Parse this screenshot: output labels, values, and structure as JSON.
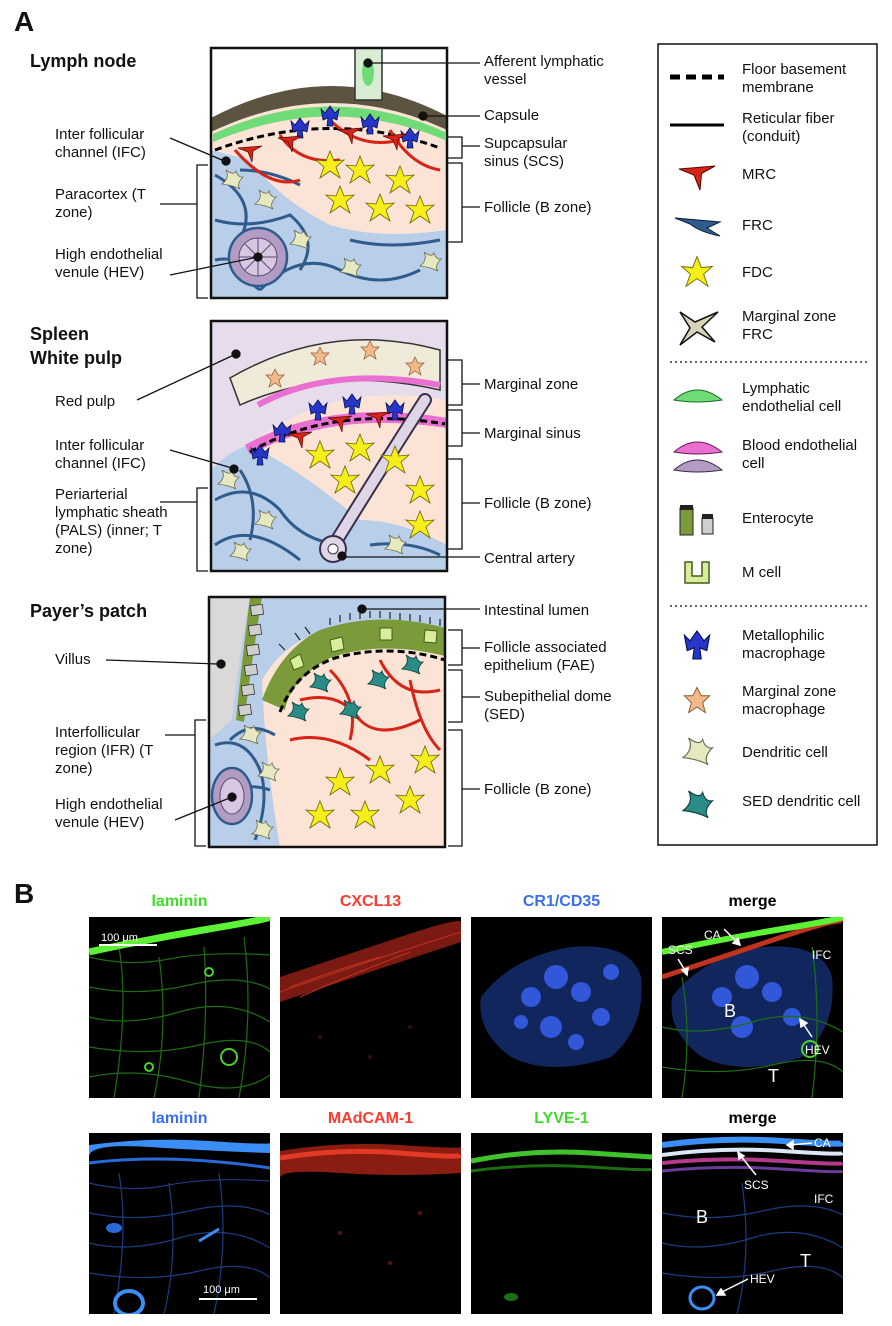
{
  "panel_a": {
    "letter": "A",
    "lymph_node": {
      "title": "Lymph node",
      "left_labels": [
        "Inter follicular channel (IFC)",
        "Paracortex (T zone)",
        "High endothelial venule (HEV)"
      ],
      "right_labels": [
        "Afferent lymphatic vessel",
        "Capsule",
        "Supcapsular sinus (SCS)",
        "Follicle (B zone)"
      ]
    },
    "spleen": {
      "title_line1": "Spleen",
      "title_line2": "White pulp",
      "left_labels": [
        "Red pulp",
        "Inter follicular channel (IFC)",
        "Periarterial lymphatic sheath (PALS) (inner; T zone)"
      ],
      "right_labels": [
        "Marginal zone",
        "Marginal sinus",
        "Follicle (B zone)",
        "Central artery"
      ]
    },
    "peyers_patch": {
      "title": "Payer’s patch",
      "left_labels": [
        "Villus",
        "Interfollicular region (IFR) (T zone)",
        "High endothelial venule (HEV)"
      ],
      "right_labels": [
        "Intestinal lumen",
        "Follicle associated epithelium (FAE)",
        "Subepithelial dome (SED)",
        "Follicle (B zone)"
      ]
    },
    "legend": [
      {
        "label": "Floor basement membrane",
        "icon": "dashed-line-icon"
      },
      {
        "label": "Reticular fiber (conduit)",
        "icon": "solid-line-icon"
      },
      {
        "label": "MRC",
        "icon": "mrc-cell-icon"
      },
      {
        "label": "FRC",
        "icon": "frc-cell-icon"
      },
      {
        "label": "FDC",
        "icon": "fdc-star-icon"
      },
      {
        "label": "Marginal zone FRC",
        "icon": "mz-frc-icon"
      },
      {
        "label": "Lymphatic endothelial cell",
        "icon": "lymphatic-endothelial-icon"
      },
      {
        "label": "Blood endothelial cell",
        "icon": "blood-endothelial-icon"
      },
      {
        "label": "Enterocyte",
        "icon": "enterocyte-icon"
      },
      {
        "label": "M cell",
        "icon": "m-cell-icon"
      },
      {
        "label": "Metallophilic macrophage",
        "icon": "metallophilic-macrophage-icon"
      },
      {
        "label": "Marginal zone macrophage",
        "icon": "mz-macrophage-icon"
      },
      {
        "label": "Dendritic cell",
        "icon": "dendritic-cell-icon"
      },
      {
        "label": "SED dendritic cell",
        "icon": "sed-dendritic-cell-icon"
      }
    ],
    "colors": {
      "mrc": "#d62418",
      "frc": "#2f5c8c",
      "fdc": "#f5ee1a",
      "lymphatic": "#6fdc78",
      "blood": "#e96fd0",
      "enterocyte": "#7b9a3a",
      "m_cell": "#d7ef9c",
      "macrophage": "#2536c8",
      "mz_macrophage": "#f2b98a",
      "sed_dc": "#2a8c87"
    }
  },
  "panel_b": {
    "letter": "B",
    "row1": {
      "titles": [
        "laminin",
        "CXCL13",
        "CR1/CD35",
        "merge"
      ],
      "title_colors": [
        "#3fdc2a",
        "#ff3a2e",
        "#3a6ef0",
        "#000000"
      ],
      "scale_bar": "100 μm",
      "merge_labels": [
        "CA",
        "SCS",
        "IFC",
        "B",
        "HEV",
        "T"
      ]
    },
    "row2": {
      "titles": [
        "laminin",
        "MAdCAM-1",
        "LYVE-1",
        "merge"
      ],
      "title_colors": [
        "#3a6ef0",
        "#ff3a2e",
        "#3fdc2a",
        "#000000"
      ],
      "scale_bar": "100 μm",
      "merge_labels": [
        "CA",
        "SCS",
        "IFC",
        "B",
        "T",
        "HEV"
      ]
    }
  }
}
